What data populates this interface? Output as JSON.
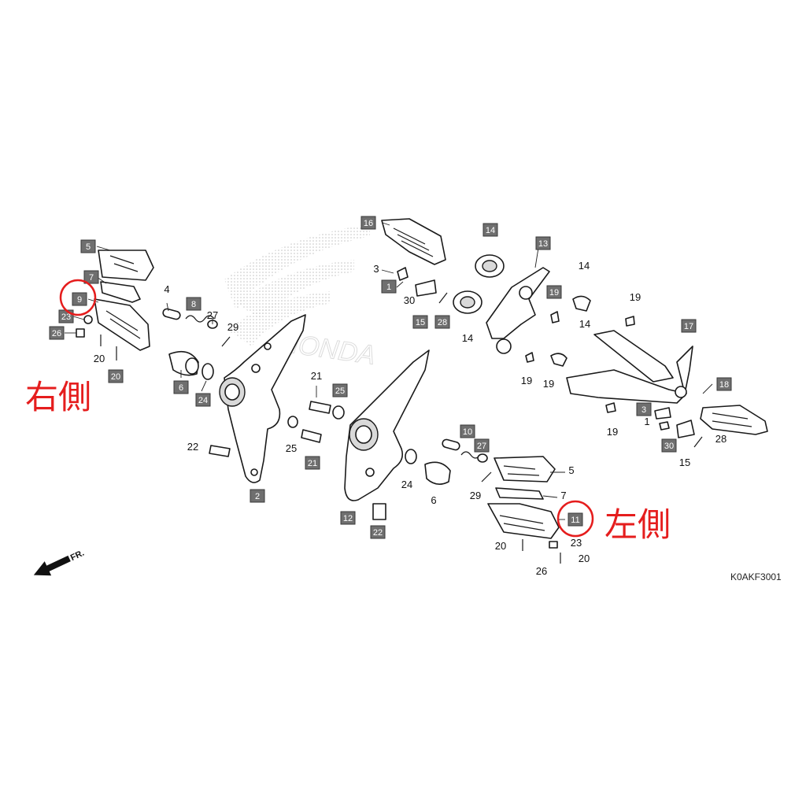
{
  "side_labels": {
    "right": "右側",
    "left": "左側"
  },
  "diagram_code": "K0AKF3001",
  "front_arrow": "FR.",
  "watermark": "HONDA",
  "boxed_callouts": [
    "5",
    "7",
    "9",
    "23",
    "26",
    "20",
    "8",
    "6",
    "24",
    "25",
    "21",
    "2",
    "12",
    "22",
    "1",
    "15",
    "28",
    "16",
    "14",
    "13",
    "19",
    "17",
    "10",
    "27",
    "3",
    "30",
    "18",
    "11"
  ],
  "plain_callouts": [
    "4",
    "27",
    "29",
    "20",
    "22",
    "21",
    "25",
    "3",
    "30",
    "14",
    "24",
    "6",
    "29",
    "5",
    "7",
    "14",
    "19",
    "14",
    "19",
    "19",
    "1",
    "28",
    "15",
    "23",
    "20",
    "26",
    "20",
    "19"
  ],
  "highlight": {
    "circled_parts": [
      "9",
      "11"
    ],
    "circle_color": "#e51d1d"
  }
}
